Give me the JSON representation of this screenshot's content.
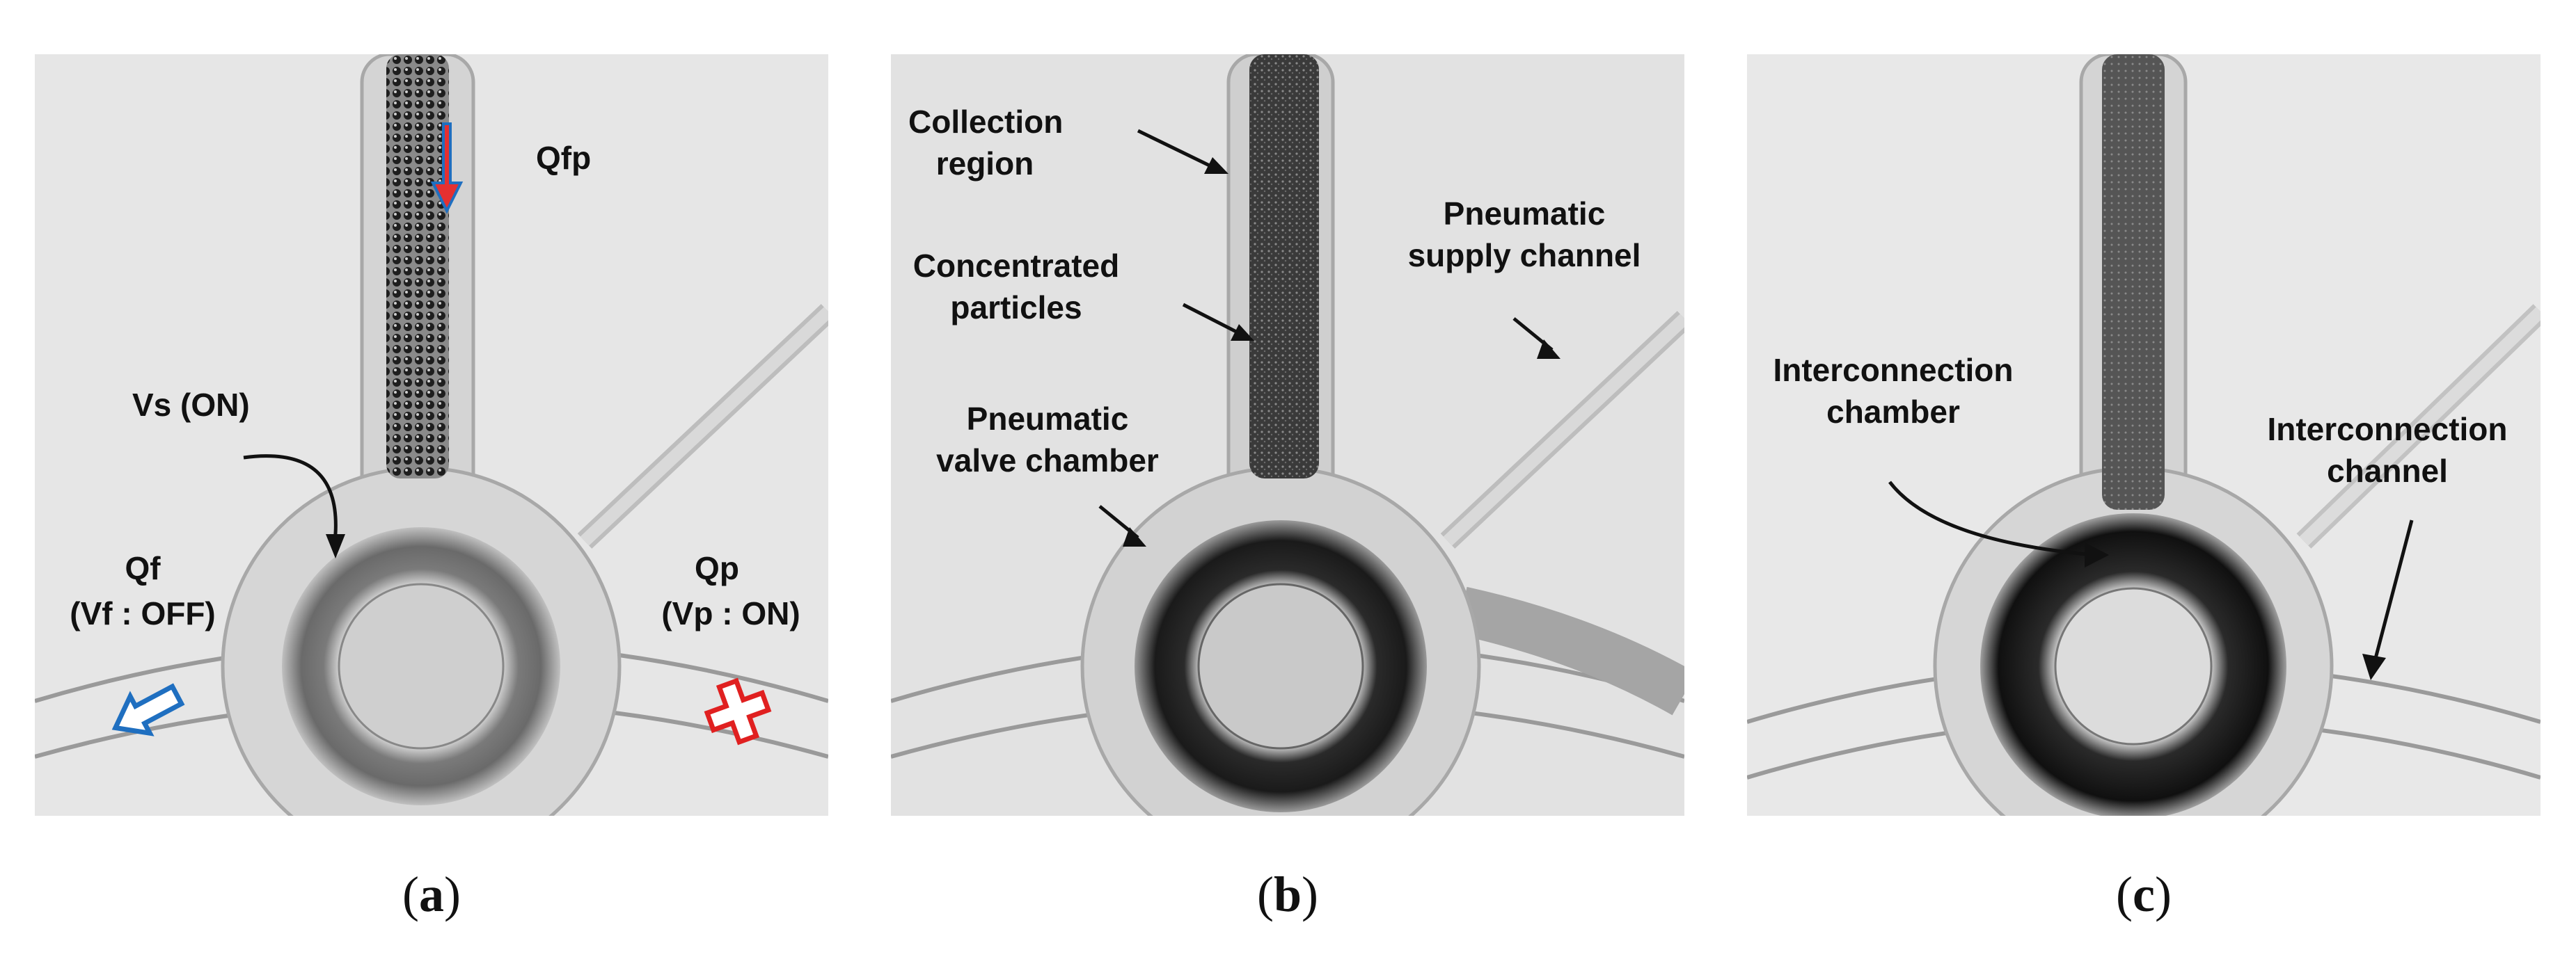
{
  "panels": [
    {
      "id": "a",
      "caption_letter": "a",
      "labels": {
        "qfp": "Qfp",
        "vs": "Vs (ON)",
        "qf": "Qf",
        "vf": "(Vf : OFF)",
        "qp": "Qp",
        "vp": "(Vp : ON)"
      }
    },
    {
      "id": "b",
      "caption_letter": "b",
      "labels": {
        "collection_1": "Collection",
        "collection_2": "region",
        "concentrated_1": "Concentrated",
        "concentrated_2": "particles",
        "pneumatic_supply_1": "Pneumatic",
        "pneumatic_supply_2": "supply channel",
        "valve_1": "Pneumatic",
        "valve_2": "valve chamber"
      }
    },
    {
      "id": "c",
      "caption_letter": "c",
      "labels": {
        "ichamber_1": "Interconnection",
        "ichamber_2": "chamber",
        "ichannel_1": "Interconnection",
        "ichannel_2": "channel"
      }
    }
  ],
  "colors": {
    "flow_arrow_blue": "#1f6fc0",
    "blocked_cross_red": "#e02020",
    "down_arrow_red": "#e53030"
  },
  "icons": [
    "flow-direction-arrow-icon",
    "blocked-cross-icon",
    "down-flow-arrow-icon"
  ]
}
